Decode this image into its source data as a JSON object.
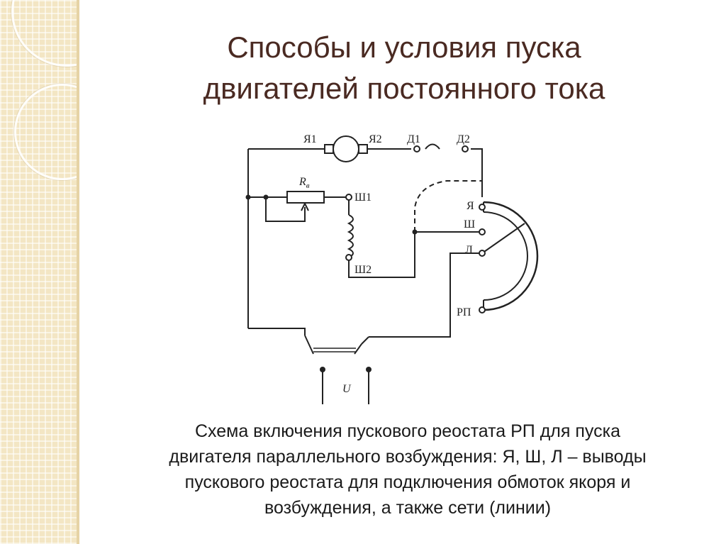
{
  "slide": {
    "title_line1": "Способы и условия пуска",
    "title_line2": "двигателей постоянного тока",
    "caption_line1": "Схема включения пускового реостата РП для пуска",
    "caption_line2": "двигателя параллельного возбуждения: Я, Ш, Л – выводы",
    "caption_line3": "пускового реостата для подключения обмоток якоря и",
    "caption_line4": "возбуждения, а также сети (линии)"
  },
  "diagram": {
    "labels": {
      "ya1": "Я1",
      "ya2": "Я2",
      "d1": "Д1",
      "d2": "Д2",
      "rv_main": "R",
      "rv_sub": "в",
      "sh1": "Ш1",
      "sh2": "Ш2",
      "term_ya": "Я",
      "term_sh": "Ш",
      "term_l": "Л",
      "rp": "РП",
      "voltage": "U"
    }
  }
}
